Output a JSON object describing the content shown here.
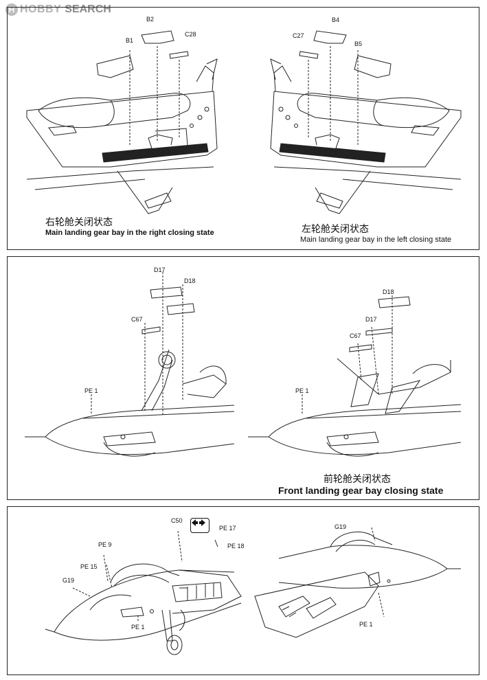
{
  "header": {
    "logo_text": "HOBBY",
    "logo_suffix": "SEARCH",
    "logo_badge": "H"
  },
  "panel1": {
    "labels": {
      "b1": "B1",
      "b2": "B2",
      "c28": "C28",
      "c27": "C27",
      "b4": "B4",
      "b5": "B5"
    },
    "caption_left_cn": "右轮舱关闭状态",
    "caption_left_en": "Main landing gear bay in the right closing state",
    "caption_right_cn": "左轮舱关闭状态",
    "caption_right_en": "Main landing gear bay in the left closing state"
  },
  "panel2": {
    "labels": {
      "d17a": "D17",
      "d18a": "D18",
      "c67a": "C67",
      "pe1a": "PE 1",
      "d18b": "D18",
      "d17b": "D17",
      "c67b": "C67",
      "pe1b": "PE 1"
    },
    "caption_cn": "前轮舱关闭状态",
    "caption_en": "Front landing gear bay closing state"
  },
  "panel3": {
    "labels": {
      "c50": "C50",
      "pe17": "PE 17",
      "pe18": "PE 18",
      "pe9": "PE 9",
      "pe15": "PE 15",
      "g19a": "G19",
      "pe1a": "PE 1",
      "g19b": "G19",
      "pe1b": "PE 1"
    },
    "swap_icon": "left-right-arrows-icon"
  }
}
